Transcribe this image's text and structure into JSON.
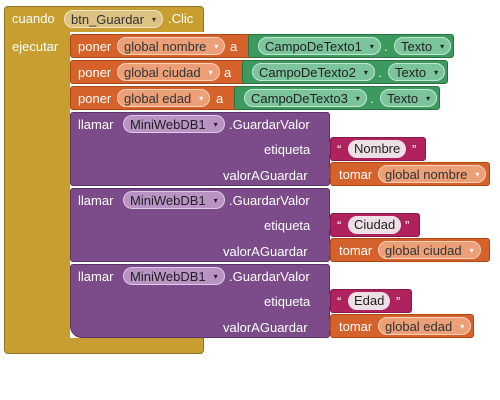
{
  "event": {
    "when_label": "cuando",
    "component": "btn_Guardar",
    "event_name": ".Clic",
    "do_label": "ejecutar"
  },
  "setters": [
    {
      "set_label": "poner",
      "variable": "global nombre",
      "to_label": "a",
      "component": "CampoDeTexto1",
      "property": "Texto"
    },
    {
      "set_label": "poner",
      "variable": "global ciudad",
      "to_label": "a",
      "component": "CampoDeTexto2",
      "property": "Texto"
    },
    {
      "set_label": "poner",
      "variable": "global edad",
      "to_label": "a",
      "component": "CampoDeTexto3",
      "property": "Texto"
    }
  ],
  "calls": [
    {
      "call_label": "llamar",
      "component": "MiniWebDB1",
      "method": ".GuardarValor",
      "tag_label": "etiqueta",
      "tag_text": "Nombre",
      "value_label": "valorAGuardar",
      "get_label": "tomar",
      "get_variable": "global nombre"
    },
    {
      "call_label": "llamar",
      "component": "MiniWebDB1",
      "method": ".GuardarValor",
      "tag_label": "etiqueta",
      "tag_text": "Ciudad",
      "value_label": "valorAGuardar",
      "get_label": "tomar",
      "get_variable": "global ciudad"
    },
    {
      "call_label": "llamar",
      "component": "MiniWebDB1",
      "method": ".GuardarValor",
      "tag_label": "etiqueta",
      "tag_text": "Edad",
      "value_label": "valorAGuardar",
      "get_label": "tomar",
      "get_variable": "global edad"
    }
  ],
  "glyphs": {
    "dropdown": "▾",
    "open_quote": "“",
    "close_quote": "”"
  },
  "colors": {
    "event_block": "#c79e2f",
    "set_block": "#d6622b",
    "component_block": "#3c9a5e",
    "call_block": "#7b4b8a",
    "text_block": "#b0225e"
  }
}
